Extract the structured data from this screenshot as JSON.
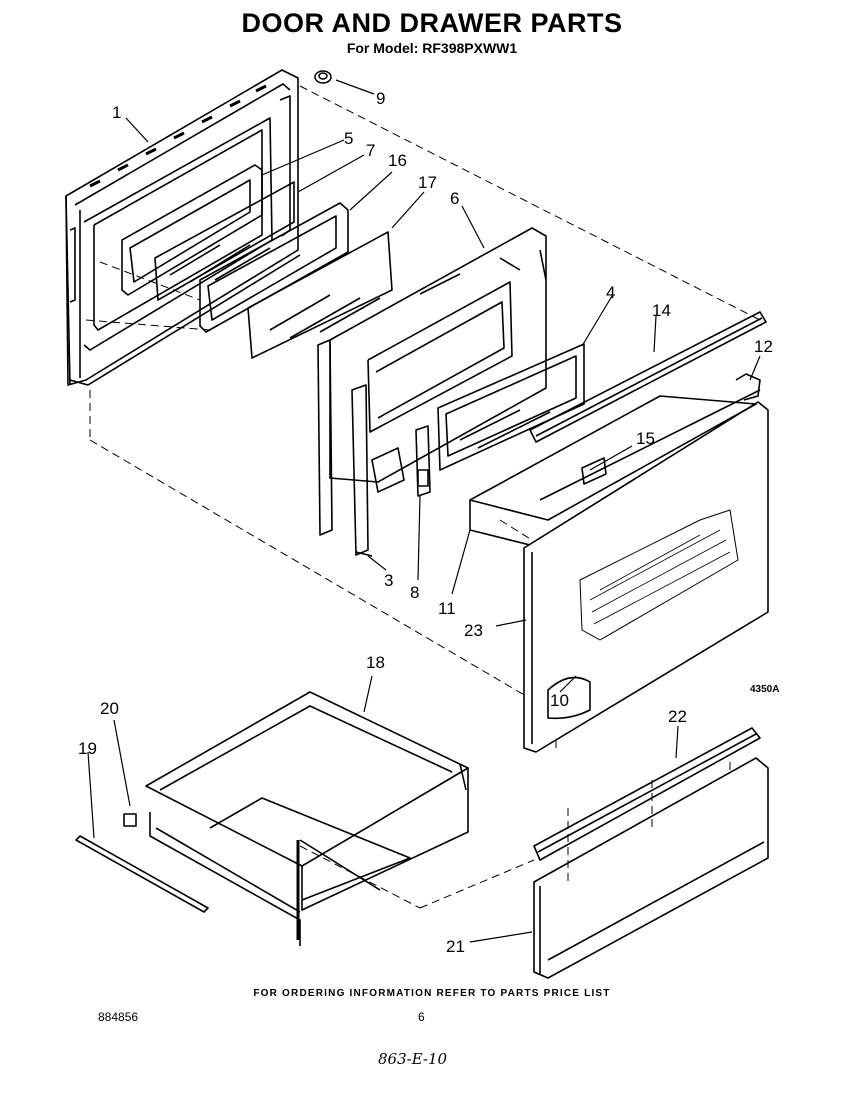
{
  "title": "DOOR AND DRAWER PARTS",
  "subtitle": "For Model: RF398PXWW1",
  "figure_code": "4350A",
  "callouts": [
    "1",
    "5",
    "7",
    "16",
    "17",
    "6",
    "9",
    "4",
    "14",
    "12",
    "15",
    "3",
    "8",
    "11",
    "23",
    "10",
    "18",
    "20",
    "19",
    "22",
    "21"
  ],
  "footer_note": "FOR ORDERING INFORMATION REFER TO PARTS PRICE LIST",
  "doc_number": "884856",
  "page_number": "6",
  "handwritten_note": "863-E-10"
}
